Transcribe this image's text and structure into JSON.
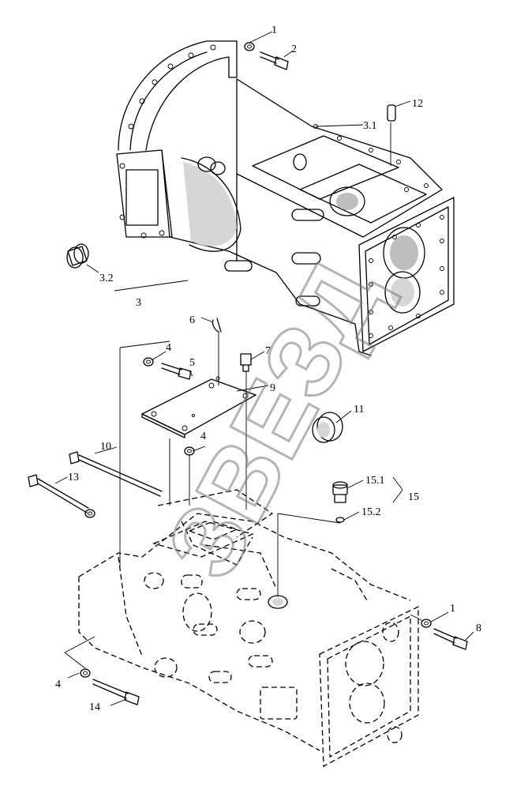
{
  "diagram": {
    "labels": {
      "l1a": "1",
      "l2": "2",
      "l12": "12",
      "l3_1": "3.1",
      "l3_2": "3.2",
      "l3": "3",
      "l6": "6",
      "l4a": "4",
      "l5": "5",
      "l7": "7",
      "l9": "9",
      "l11": "11",
      "l4b": "4",
      "l10": "10",
      "l13": "13",
      "l15_1": "15.1",
      "l15": "15",
      "l15_2": "15.2",
      "l1b": "1",
      "l8": "8",
      "l4c": "4",
      "l14": "14"
    },
    "watermark": "ЗВЕЗД"
  }
}
